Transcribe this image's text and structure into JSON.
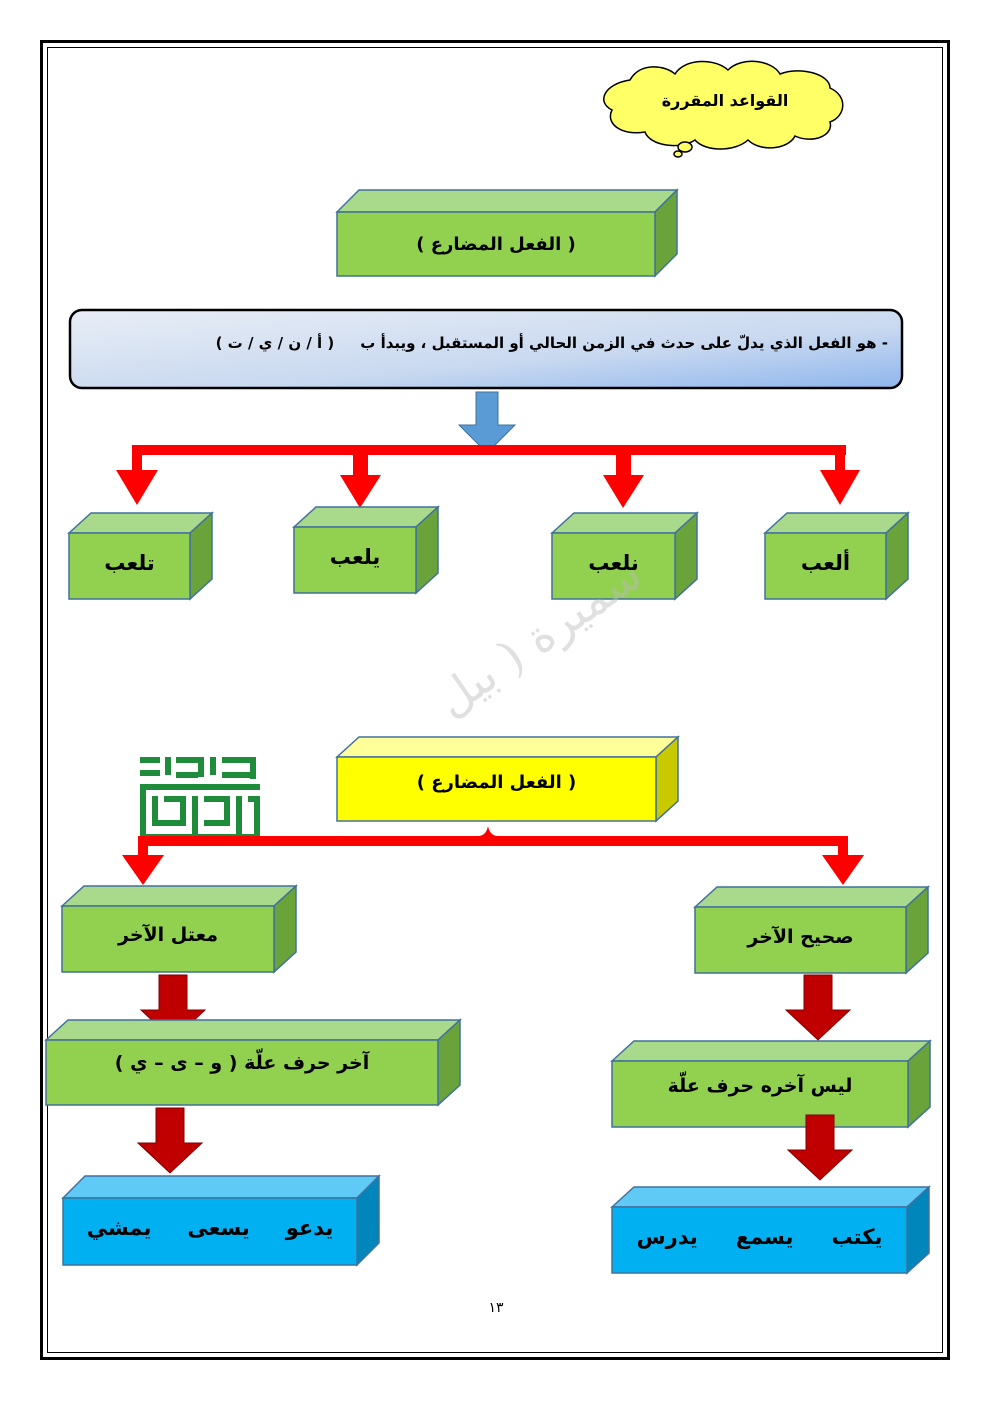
{
  "cloud_label": "القواعد المقررة",
  "top_heading": "( الفعل المضارع )",
  "definition": {
    "text": "- هو الفعل الذي يدلّ على حدث في الزمن الحالي أو المستقبل ، ويبدأ ب",
    "letters": "( أ / ن / ي / ت )"
  },
  "examples": [
    "ألعب",
    "نلعب",
    "يلعب",
    "تلعب"
  ],
  "watermark": "سميرة ( بيل",
  "logo_text": "سميرة برهان",
  "second_heading": "( الفعل المضارع )",
  "branches": {
    "right": {
      "title": "صحيح الآخر",
      "rule": "ليس آخره حرف علّة",
      "words": [
        "يكتب",
        "يسمع",
        "يدرس"
      ]
    },
    "left": {
      "title": "معتل الآخر",
      "rule": "آخر حرف علّة ( و – ى – ي )",
      "words": [
        "يدعو",
        "يسعى",
        "يمشي"
      ]
    }
  },
  "page_number": "١٣",
  "colors": {
    "green_box": "#92d050",
    "yellow_box": "#ffff00",
    "blue_box": "#00b0f0",
    "red_arrow": "#ff0000",
    "dark_red_arrow": "#c00000",
    "definition_fill": "#dce6f2"
  }
}
